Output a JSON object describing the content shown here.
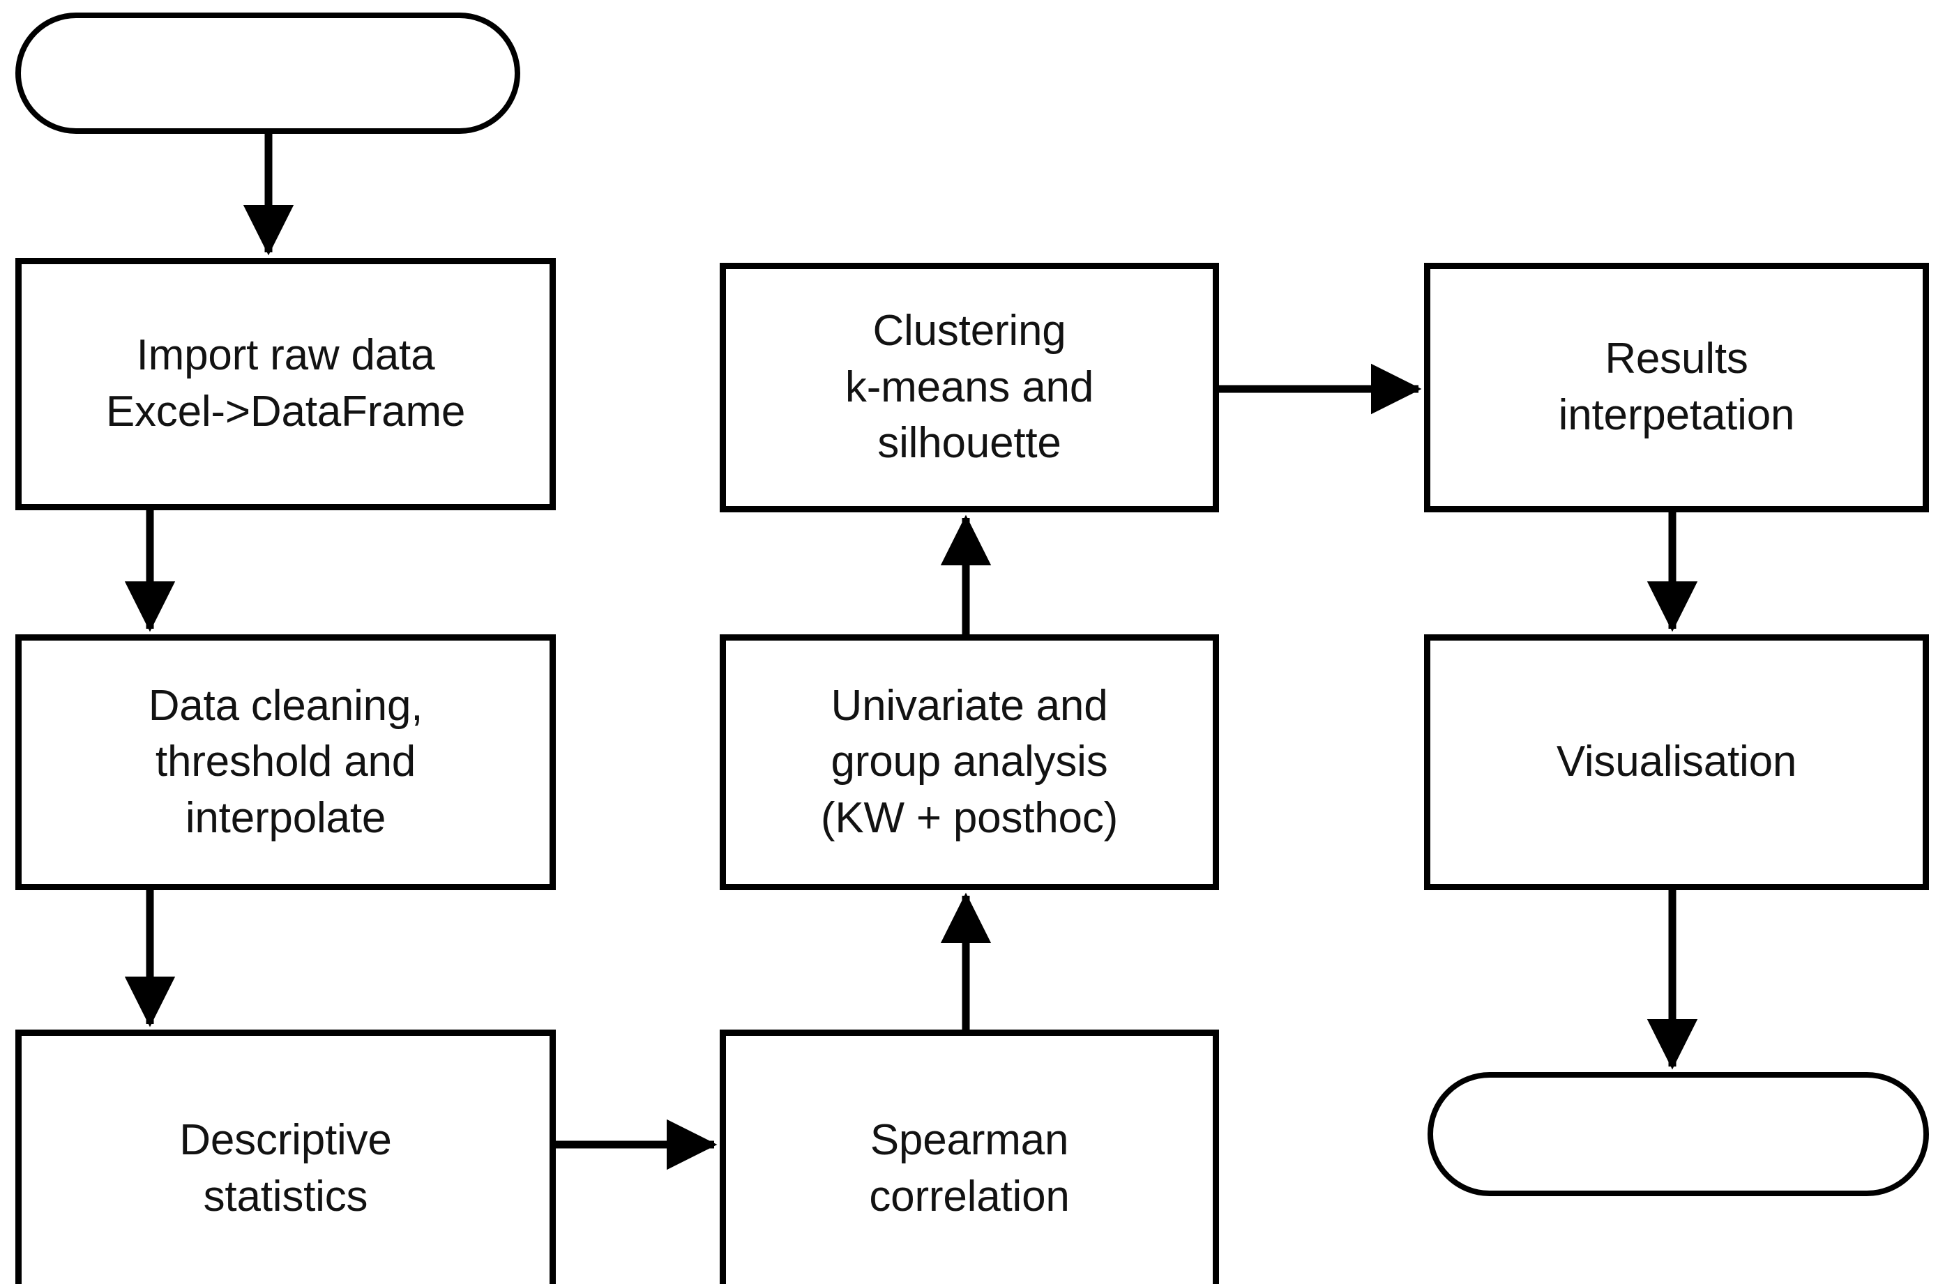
{
  "diagram": {
    "title": "Data analysis pipeline flowchart",
    "stroke_color": "#000000",
    "fill_color": "#ffffff",
    "text_color": "#121212",
    "nodes": [
      {
        "id": "start",
        "shape": "stadium",
        "label": "",
        "column": "left",
        "row": 0
      },
      {
        "id": "import",
        "shape": "rectangle",
        "label": "Import raw data\nExcel->DataFrame",
        "column": "left",
        "row": 1
      },
      {
        "id": "clean",
        "shape": "rectangle",
        "label": "Data cleaning,\nthreshold and\ninterpolate",
        "column": "left",
        "row": 2
      },
      {
        "id": "descstats",
        "shape": "rectangle",
        "label": "Descriptive\nstatistics",
        "column": "left",
        "row": 3
      },
      {
        "id": "cluster",
        "shape": "rectangle",
        "label": "Clustering\nk-means and\nsilhouette",
        "column": "middle",
        "row": 1
      },
      {
        "id": "univar",
        "shape": "rectangle",
        "label": "Univariate and\ngroup analysis\n(KW + posthoc)",
        "column": "middle",
        "row": 2
      },
      {
        "id": "spearman",
        "shape": "rectangle",
        "label": "Spearman\ncorrelation",
        "column": "middle",
        "row": 3
      },
      {
        "id": "results",
        "shape": "rectangle",
        "label": "Results\ninterpetation",
        "column": "right",
        "row": 1
      },
      {
        "id": "visual",
        "shape": "rectangle",
        "label": "Visualisation",
        "column": "right",
        "row": 2
      },
      {
        "id": "end",
        "shape": "stadium",
        "label": "",
        "column": "right",
        "row": 3
      }
    ],
    "edges": [
      {
        "id": "start-to-import",
        "from": "start",
        "to": "import",
        "direction": "down",
        "label": ""
      },
      {
        "id": "import-to-clean",
        "from": "import",
        "to": "clean",
        "direction": "down",
        "label": ""
      },
      {
        "id": "clean-to-descstats",
        "from": "clean",
        "to": "descstats",
        "direction": "down",
        "label": ""
      },
      {
        "id": "descstats-to-spearman",
        "from": "descstats",
        "to": "spearman",
        "direction": "right",
        "label": ""
      },
      {
        "id": "spearman-to-univar",
        "from": "spearman",
        "to": "univar",
        "direction": "up",
        "label": ""
      },
      {
        "id": "univar-to-cluster",
        "from": "univar",
        "to": "cluster",
        "direction": "up",
        "label": ""
      },
      {
        "id": "cluster-to-results",
        "from": "cluster",
        "to": "results",
        "direction": "right",
        "label": ""
      },
      {
        "id": "results-to-visual",
        "from": "results",
        "to": "visual",
        "direction": "down",
        "label": ""
      },
      {
        "id": "visual-to-end",
        "from": "visual",
        "to": "end",
        "direction": "down",
        "label": ""
      }
    ]
  }
}
